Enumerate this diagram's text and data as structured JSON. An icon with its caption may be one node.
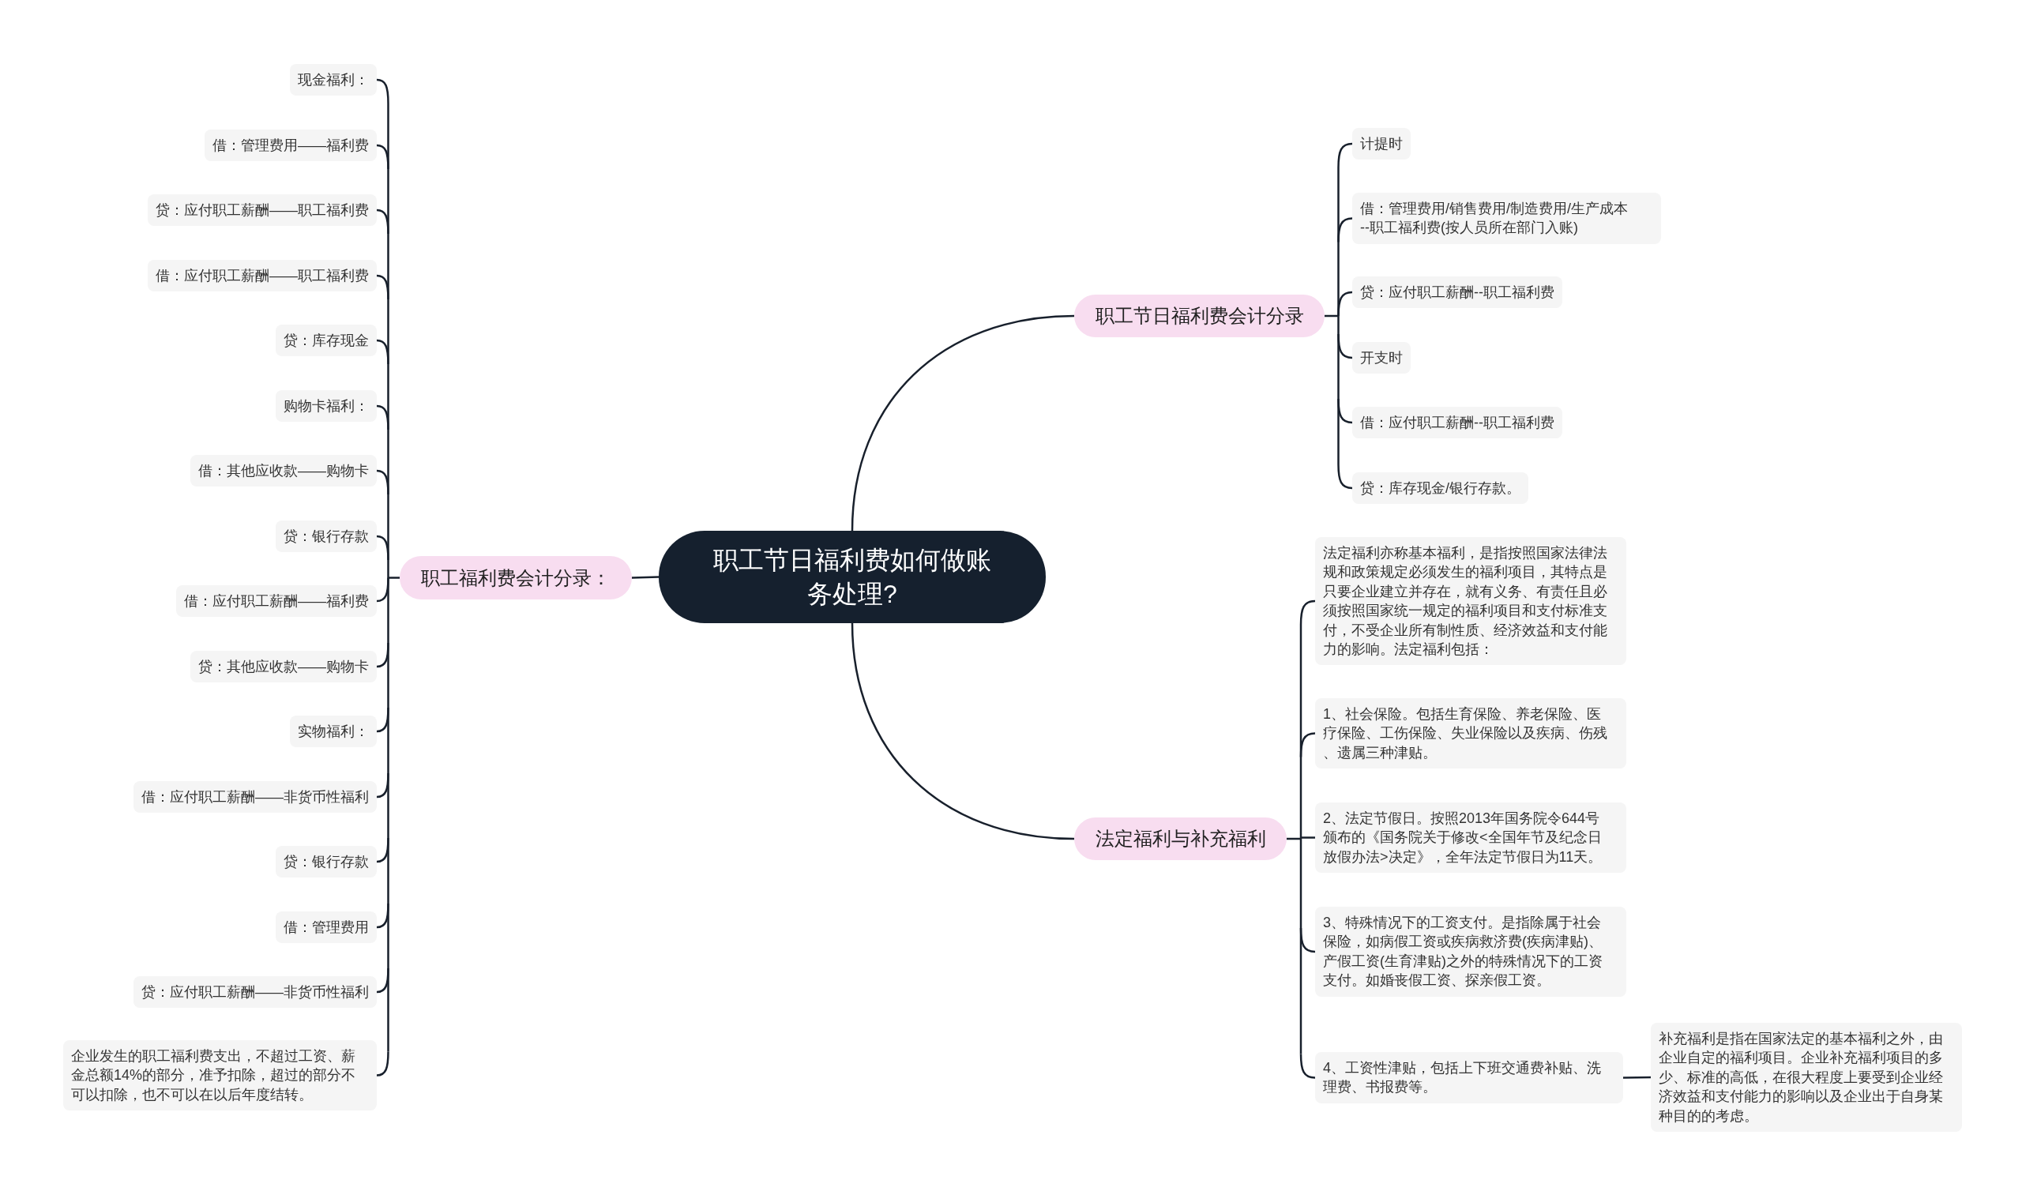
{
  "diagram": {
    "nodes": [
      {
        "text": [
          "职工节日福利费如何做账务处理?"
        ]
      },
      {
        "text": [
          "职工节日福利费会计分录"
        ]
      },
      {
        "text": [
          "计提时"
        ]
      },
      {
        "text": [
          "借：管理费用/销售费用/制造费用/生产成本--职工福利费(按人员所在部门入账)"
        ]
      },
      {
        "text": [
          "贷：应付职工薪酬--职工福利费"
        ]
      },
      {
        "text": [
          "开支时"
        ]
      },
      {
        "text": [
          "借：应付职工薪酬--职工福利费"
        ]
      },
      {
        "text": [
          "贷：库存现金/银行存款。"
        ]
      },
      {
        "text": [
          "法定福利与补充福利"
        ]
      },
      {
        "text": [
          "法定福利亦称基本福利，是指按照国家法律法规和政策规定必须发生的福利项目，其特点是只要企业建立并存在，就有义务、有责任且必须按照国家统一规定的福利项目和支付标准支付，不受企业所有制性质、经济效益和支付能力的影响。法定福利包括："
        ]
      },
      {
        "text": [
          "1、社会保险。包括生育保险、养老保险、医疗保险、工伤保险、失业保险以及疾病、伤残、遗属三种津贴。"
        ]
      },
      {
        "text": [
          "2、法定节假日。按照2013年国务院令644号颁布的《国务院关于修改<全国年节及纪念日放假办法>决定》，全年法定节假日为11天。"
        ]
      },
      {
        "text": [
          "3、特殊情况下的工资支付。是指除属于社会保险，如病假工资或疾病救济费(疾病津贴)、产假工资(生育津贴)之外的特殊情况下的工资支付。如婚丧假工资、探亲假工资。"
        ]
      },
      {
        "text": [
          "4、工资性津贴，包括上下班交通费补贴、洗理费、书报费等。"
        ]
      },
      {
        "text": [
          "补充福利是指在国家法定的基本福利之外，由企业自定的福利项目。企业补充福利项目的多少、标准的高低，在很大程度上要受到企业经济效益和支付能力的影响以及企业出于自身某种目的的考虑。"
        ]
      },
      {
        "text": [
          "职工福利费会计分录："
        ]
      },
      {
        "text": [
          "现金福利："
        ]
      },
      {
        "text": [
          "借：管理费用——福利费"
        ]
      },
      {
        "text": [
          "贷：应付职工薪酬——职工福利费"
        ]
      },
      {
        "text": [
          "借：应付职工薪酬——职工福利费"
        ]
      },
      {
        "text": [
          "贷：库存现金"
        ]
      },
      {
        "text": [
          "购物卡福利："
        ]
      },
      {
        "text": [
          "借：其他应收款——购物卡"
        ]
      },
      {
        "text": [
          "贷：银行存款"
        ]
      },
      {
        "text": [
          "借：应付职工薪酬——福利费"
        ]
      },
      {
        "text": [
          "贷：其他应收款——购物卡"
        ]
      },
      {
        "text": [
          "实物福利："
        ]
      },
      {
        "text": [
          "借：应付职工薪酬——非货币性福利"
        ]
      },
      {
        "text": [
          "贷：银行存款"
        ]
      },
      {
        "text": [
          "借：管理费用"
        ]
      },
      {
        "text": [
          "贷：应付职工薪酬——非货币性福利"
        ]
      },
      {
        "text": [
          "企业发生的职工福利费支出，不超过工资、薪金总额14%的部分，准予扣除，超过的部分不可以扣除，也不可以在以后年度结转。"
        ]
      }
    ],
    "edges": [
      {
        "from": 0,
        "to": 1,
        "arrow": "none"
      },
      {
        "from": 1,
        "to": 2,
        "arrow": "none"
      },
      {
        "from": 1,
        "to": 3,
        "arrow": "none"
      },
      {
        "from": 1,
        "to": 4,
        "arrow": "none"
      },
      {
        "from": 1,
        "to": 5,
        "arrow": "none"
      },
      {
        "from": 1,
        "to": 6,
        "arrow": "none"
      },
      {
        "from": 1,
        "to": 7,
        "arrow": "none"
      },
      {
        "from": 0,
        "to": 8,
        "arrow": "none"
      },
      {
        "from": 8,
        "to": 9,
        "arrow": "none"
      },
      {
        "from": 8,
        "to": 10,
        "arrow": "none"
      },
      {
        "from": 8,
        "to": 11,
        "arrow": "none"
      },
      {
        "from": 8,
        "to": 12,
        "arrow": "none"
      },
      {
        "from": 8,
        "to": 13,
        "arrow": "none"
      },
      {
        "from": 13,
        "to": 14,
        "arrow": "none"
      },
      {
        "from": 0,
        "to": 15,
        "arrow": "none"
      },
      {
        "from": 15,
        "to": 16,
        "arrow": "none"
      },
      {
        "from": 15,
        "to": 17,
        "arrow": "none"
      },
      {
        "from": 15,
        "to": 18,
        "arrow": "none"
      },
      {
        "from": 15,
        "to": 19,
        "arrow": "none"
      },
      {
        "from": 15,
        "to": 20,
        "arrow": "none"
      },
      {
        "from": 15,
        "to": 21,
        "arrow": "none"
      },
      {
        "from": 15,
        "to": 22,
        "arrow": "none"
      },
      {
        "from": 15,
        "to": 23,
        "arrow": "none"
      },
      {
        "from": 15,
        "to": 24,
        "arrow": "none"
      },
      {
        "from": 15,
        "to": 25,
        "arrow": "none"
      },
      {
        "from": 15,
        "to": 26,
        "arrow": "none"
      },
      {
        "from": 15,
        "to": 27,
        "arrow": "none"
      },
      {
        "from": 15,
        "to": 28,
        "arrow": "none"
      },
      {
        "from": 15,
        "to": 29,
        "arrow": "none"
      },
      {
        "from": 15,
        "to": 30,
        "arrow": "none"
      },
      {
        "from": 15,
        "to": 31,
        "arrow": "none"
      }
    ]
  }
}
